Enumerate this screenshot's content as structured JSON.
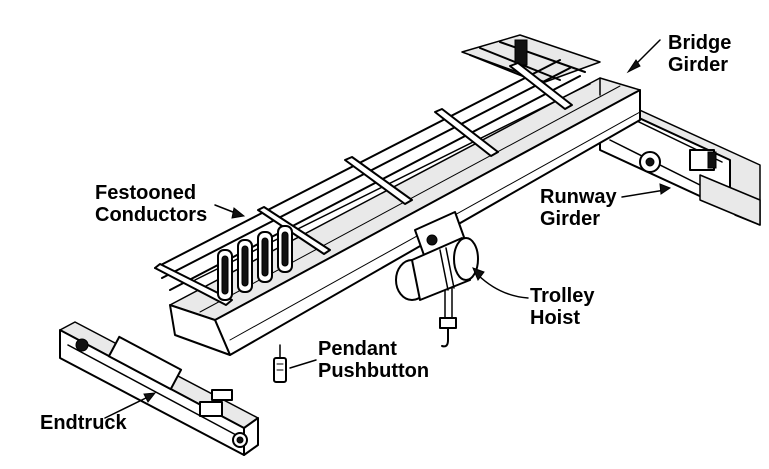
{
  "labels": {
    "bridge_girder": [
      "Bridge",
      "Girder"
    ],
    "runway_girder": [
      "Runway",
      "Girder"
    ],
    "festooned_conductors": [
      "Festooned",
      "Conductors"
    ],
    "trolley_hoist": [
      "Trolley",
      "Hoist"
    ],
    "pendant_pushbutton": [
      "Pendant",
      "Pushbutton"
    ],
    "endtruck": [
      "Endtruck"
    ]
  },
  "colors": {
    "line": "#000000",
    "background": "#ffffff"
  }
}
